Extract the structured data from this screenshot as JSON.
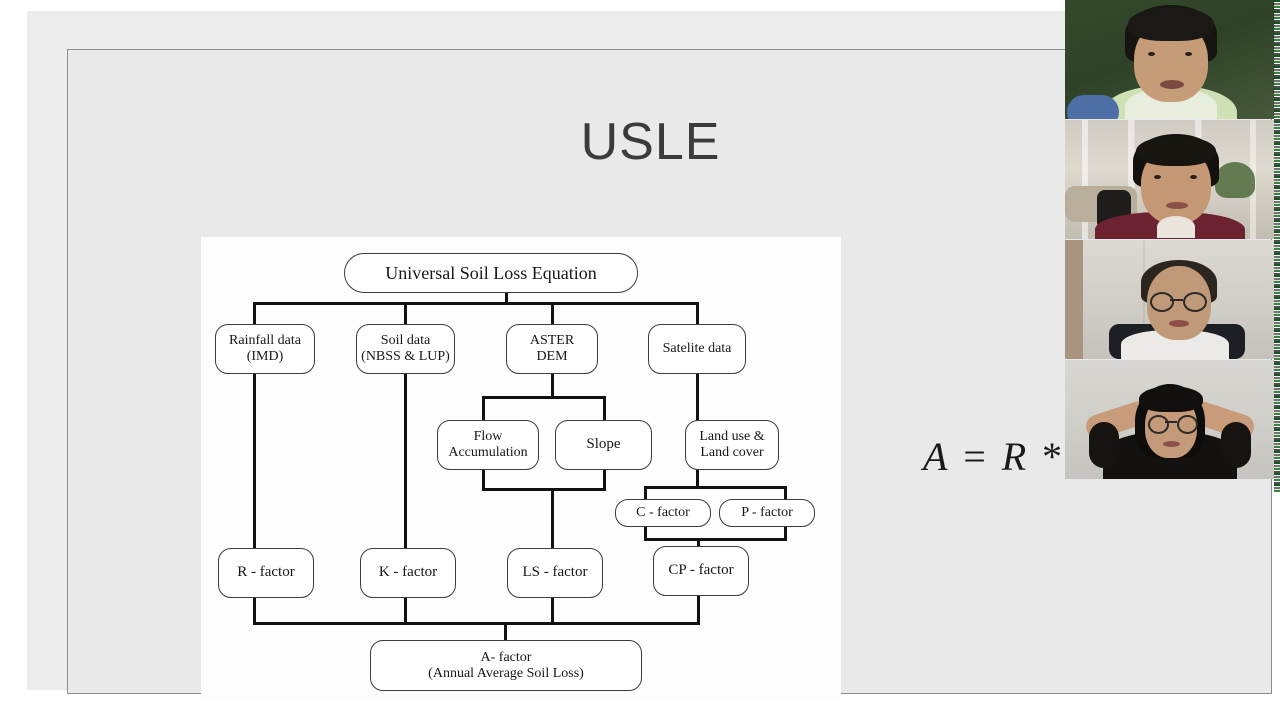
{
  "presentation": {
    "slide_title": "USLE",
    "background_color": "#e9e9e9",
    "formula": "A = R * K * L"
  },
  "diagram": {
    "alt_name": "usle-flowchart",
    "background_color": "#fdfdfd",
    "nodes": [
      {
        "id": "root",
        "label": "Universal Soil Loss Equation"
      },
      {
        "id": "rainfall",
        "label_line1": "Rainfall data",
        "label_line2": "(IMD)"
      },
      {
        "id": "soil",
        "label_line1": "Soil data",
        "label_line2": "(NBSS & LUP)"
      },
      {
        "id": "aster",
        "label_line1": "ASTER",
        "label_line2": "DEM"
      },
      {
        "id": "satellite",
        "label_line1": "Satelite data",
        "label_line2": ""
      },
      {
        "id": "flowacc",
        "label_line1": "Flow",
        "label_line2": "Accumulation"
      },
      {
        "id": "slope",
        "label_line1": "Slope",
        "label_line2": ""
      },
      {
        "id": "landuse",
        "label_line1": "Land use &",
        "label_line2": "Land cover"
      },
      {
        "id": "cfactor",
        "label_line1": "C - factor",
        "label_line2": ""
      },
      {
        "id": "pfactor",
        "label_line1": "P - factor",
        "label_line2": ""
      },
      {
        "id": "rfac",
        "label_line1": "R - factor",
        "label_line2": ""
      },
      {
        "id": "kfac",
        "label_line1": "K - factor",
        "label_line2": ""
      },
      {
        "id": "lsfac",
        "label_line1": "LS - factor",
        "label_line2": ""
      },
      {
        "id": "cpfac",
        "label_line1": "CP - factor",
        "label_line2": ""
      },
      {
        "id": "afac",
        "label_line1": "A- factor",
        "label_line2": "(Annual Average Soil Loss)"
      }
    ]
  },
  "video_panel": {
    "tile_count": 4,
    "tiles": [
      {
        "index": 1,
        "description": "participant-1"
      },
      {
        "index": 2,
        "description": "participant-2"
      },
      {
        "index": 3,
        "description": "participant-3"
      },
      {
        "index": 4,
        "description": "participant-4"
      }
    ]
  }
}
